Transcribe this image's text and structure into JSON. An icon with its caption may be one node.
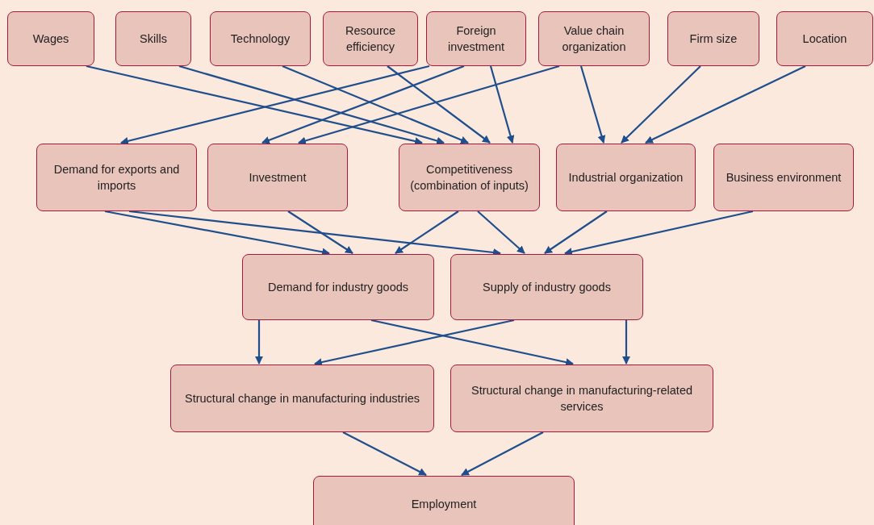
{
  "diagram": {
    "nodes": [
      {
        "text": [
          "Wages"
        ]
      },
      {
        "text": [
          "Skills"
        ]
      },
      {
        "text": [
          "Technology"
        ]
      },
      {
        "text": [
          "Resource efficiency"
        ]
      },
      {
        "text": [
          "Foreign investment"
        ]
      },
      {
        "text": [
          "Value chain organization"
        ]
      },
      {
        "text": [
          "Firm size"
        ]
      },
      {
        "text": [
          "Location"
        ]
      },
      {
        "text": [
          "Demand for exports and imports"
        ]
      },
      {
        "text": [
          "Investment"
        ]
      },
      {
        "text": [
          "Competitiveness (combination of inputs)"
        ]
      },
      {
        "text": [
          "Industrial organization"
        ]
      },
      {
        "text": [
          "Business environment"
        ]
      },
      {
        "text": [
          "Demand for industry goods"
        ]
      },
      {
        "text": [
          "Supply of industry goods"
        ]
      },
      {
        "text": [
          "Structural change in manufacturing industries"
        ]
      },
      {
        "text": [
          "Structural change in manufacturing-related services"
        ]
      },
      {
        "text": [
          "Employment"
        ]
      }
    ],
    "edges": [
      {
        "from": 0,
        "to": 10,
        "arrow": "to"
      },
      {
        "from": 1,
        "to": 10,
        "arrow": "to"
      },
      {
        "from": 2,
        "to": 10,
        "arrow": "to"
      },
      {
        "from": 3,
        "to": 10,
        "arrow": "to"
      },
      {
        "from": 4,
        "to": 8,
        "arrow": "to"
      },
      {
        "from": 4,
        "to": 9,
        "arrow": "to"
      },
      {
        "from": 4,
        "to": 10,
        "arrow": "to"
      },
      {
        "from": 5,
        "to": 9,
        "arrow": "to"
      },
      {
        "from": 5,
        "to": 11,
        "arrow": "to"
      },
      {
        "from": 6,
        "to": 11,
        "arrow": "to"
      },
      {
        "from": 7,
        "to": 11,
        "arrow": "to"
      },
      {
        "from": 8,
        "to": 13,
        "arrow": "to"
      },
      {
        "from": 8,
        "to": 14,
        "arrow": "to"
      },
      {
        "from": 9,
        "to": 13,
        "arrow": "to"
      },
      {
        "from": 10,
        "to": 13,
        "arrow": "to"
      },
      {
        "from": 10,
        "to": 14,
        "arrow": "to"
      },
      {
        "from": 11,
        "to": 14,
        "arrow": "to"
      },
      {
        "from": 12,
        "to": 14,
        "arrow": "to"
      },
      {
        "from": 13,
        "to": 15,
        "arrow": "to"
      },
      {
        "from": 13,
        "to": 16,
        "arrow": "to"
      },
      {
        "from": 14,
        "to": 15,
        "arrow": "to"
      },
      {
        "from": 14,
        "to": 16,
        "arrow": "to"
      },
      {
        "from": 15,
        "to": 17,
        "arrow": "to"
      },
      {
        "from": 16,
        "to": 17,
        "arrow": "to"
      }
    ]
  }
}
